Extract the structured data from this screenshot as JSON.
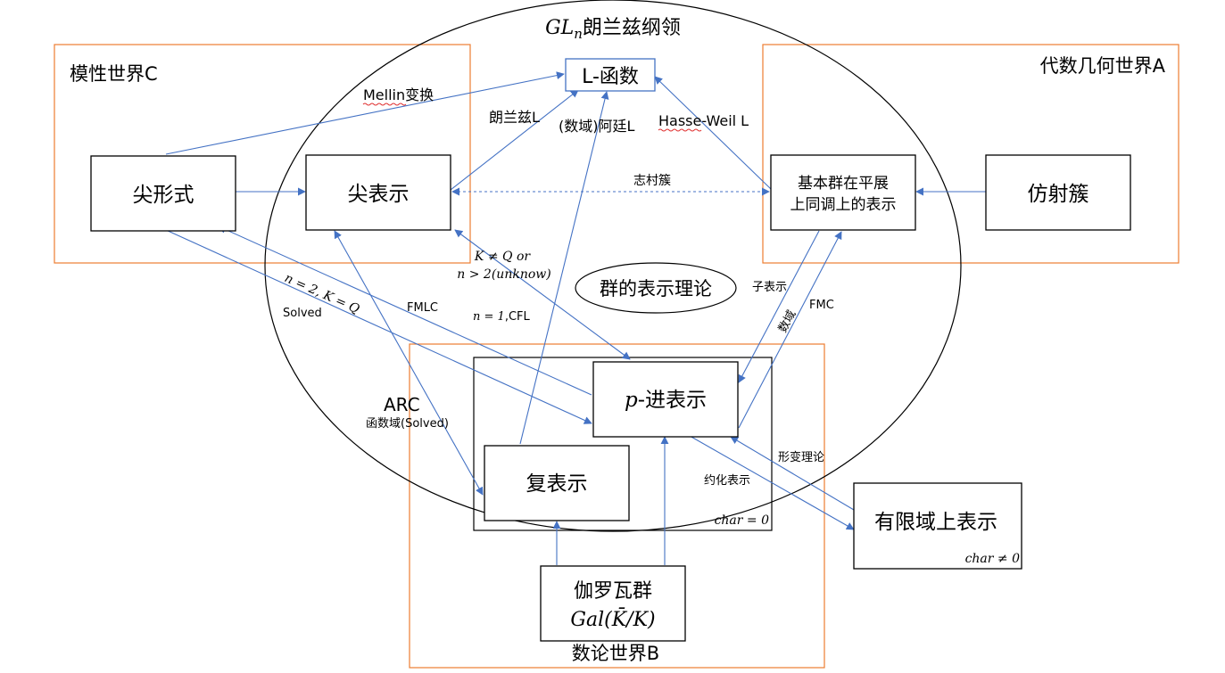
{
  "colors": {
    "arrow": "#4472c4",
    "world_frame": "#ed7d31",
    "box_stroke": "#000000",
    "spellcheck_underline": "#e03030"
  },
  "title": {
    "prefix_italic": "GL",
    "subscript": "n",
    "suffix": "朗兰兹纲领"
  },
  "worlds": {
    "modular": "模性世界C",
    "algebraic_geometry": "代数几何世界A",
    "number_theory": "数论世界B"
  },
  "nodes": {
    "l_function": "L-函数",
    "cusp_form": "尖形式",
    "cuspidal_rep": "尖表示",
    "fundamental_group_rep": [
      "基本群在平展",
      "上同调上的表示"
    ],
    "affine_variety": "仿射簇",
    "group_rep_theory": "群的表示理论",
    "p_adic_rep": {
      "italic": "p",
      "text": "-进表示"
    },
    "complex_rep": "复表示",
    "char_zero": "char = 0",
    "finite_field_rep": "有限域上表示",
    "char_nonzero": "char ≠ 0",
    "galois_group": {
      "line1": "伽罗瓦群",
      "line2": "Gal(K̄/K)"
    }
  },
  "edge_labels": {
    "mellin": "Mellin变换",
    "langlands_l": "朗兰兹L",
    "artin_l": "(数域)阿廷L",
    "hasse_weil": "Hasse-Weil L",
    "shimura": "志村簇",
    "cond_line1": "K ≠ Q or",
    "cond_line2": "n > 2(unknow)",
    "n2": "n = 2, K = Q",
    "solved": "Solved",
    "fmlc": "FMLC",
    "n1_prefix": "n = 1",
    "n1_suffix": ",CFL",
    "subrep": "子表示",
    "number_field": "数域",
    "fmc": "FMC",
    "arc": "ARC",
    "function_field": "函数域(Solved)",
    "deformation": "形变理论",
    "reduction": "约化表示"
  }
}
